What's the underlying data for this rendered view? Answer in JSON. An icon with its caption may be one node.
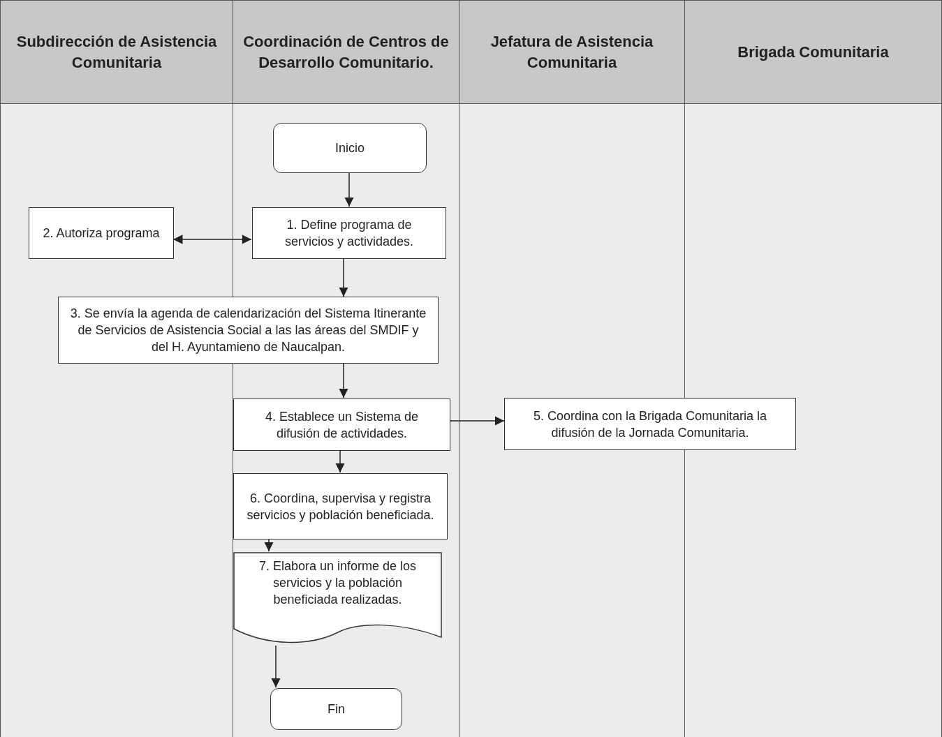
{
  "diagram": {
    "nodes": [
      {
        "text": [
          "Subdirección de Asistencia Comunitaria"
        ]
      },
      {
        "text": [
          "Coordinación de Centros de Desarrollo Comunitario."
        ]
      },
      {
        "text": [
          "Jefatura de Asistencia Comunitaria"
        ]
      },
      {
        "text": [
          "Brigada Comunitaria"
        ]
      },
      {
        "text": [
          "Inicio"
        ],
        "in": 1
      },
      {
        "text": [
          "1. Define programa de servicios y actividades."
        ],
        "in": 1
      },
      {
        "text": [
          "2. Autoriza programa"
        ],
        "in": 0
      },
      {
        "text": [
          "3. Se envía la agenda de calendarización del Sistema Itinerante de Servicios de Asistencia Social a las las áreas del SMDIF y del H. Ayuntamieno de Naucalpan."
        ]
      },
      {
        "text": [
          "4. Establece un Sistema de difusión de actividades."
        ],
        "in": 1
      },
      {
        "text": [
          "5. Coordina con la Brigada Comunitaria la difusión de la Jornada Comunitaria."
        ]
      },
      {
        "text": [
          "6. Coordina, supervisa y registra servicios y población beneficiada."
        ],
        "in": 1
      },
      {
        "text": [
          "7. Elabora un informe de los servicios y la población beneficiada realizadas."
        ],
        "in": 1
      },
      {
        "text": [
          "Fin"
        ],
        "in": 1
      }
    ],
    "edges": [
      {
        "from": 4,
        "to": 5,
        "arrow": "to"
      },
      {
        "from": 6,
        "to": 5,
        "arrow": "both"
      },
      {
        "from": 5,
        "to": 7,
        "arrow": "to"
      },
      {
        "from": 7,
        "to": 8,
        "arrow": "to"
      },
      {
        "from": 8,
        "to": 9,
        "arrow": "to"
      },
      {
        "from": 8,
        "to": 10,
        "arrow": "to"
      },
      {
        "from": 10,
        "to": 11,
        "arrow": "to"
      },
      {
        "from": 11,
        "to": 12,
        "arrow": "to"
      }
    ]
  }
}
